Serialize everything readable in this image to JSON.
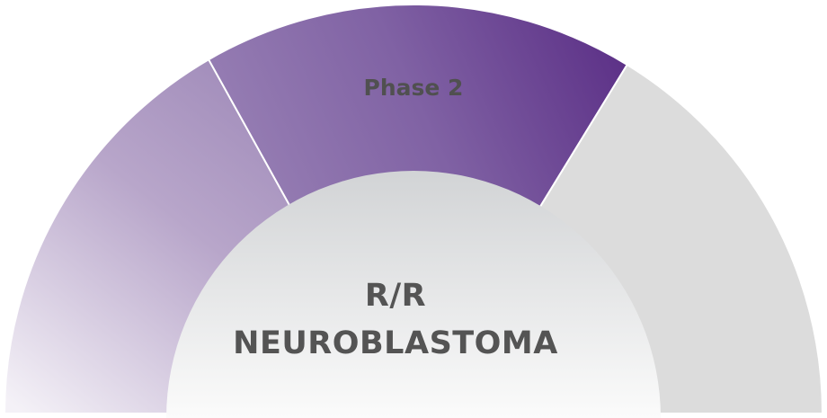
{
  "diagram": {
    "segments": [
      {
        "id": "segment-left",
        "label": ""
      },
      {
        "id": "segment-phase-2",
        "label": "Phase 2"
      },
      {
        "id": "segment-right",
        "label": ""
      }
    ],
    "center": {
      "line1": "R/R",
      "line2": "NEUROBLASTOMA"
    },
    "colors": {
      "purple_dark": "#5e3387",
      "purple_mid": "#8d73ab",
      "purple_light": "#efeaf3",
      "gray_segment": "#dcdcdc",
      "center_top": "#d2d4d6",
      "center_bottom": "#fafafa",
      "text": "#545454",
      "label_text": "#505050"
    }
  }
}
